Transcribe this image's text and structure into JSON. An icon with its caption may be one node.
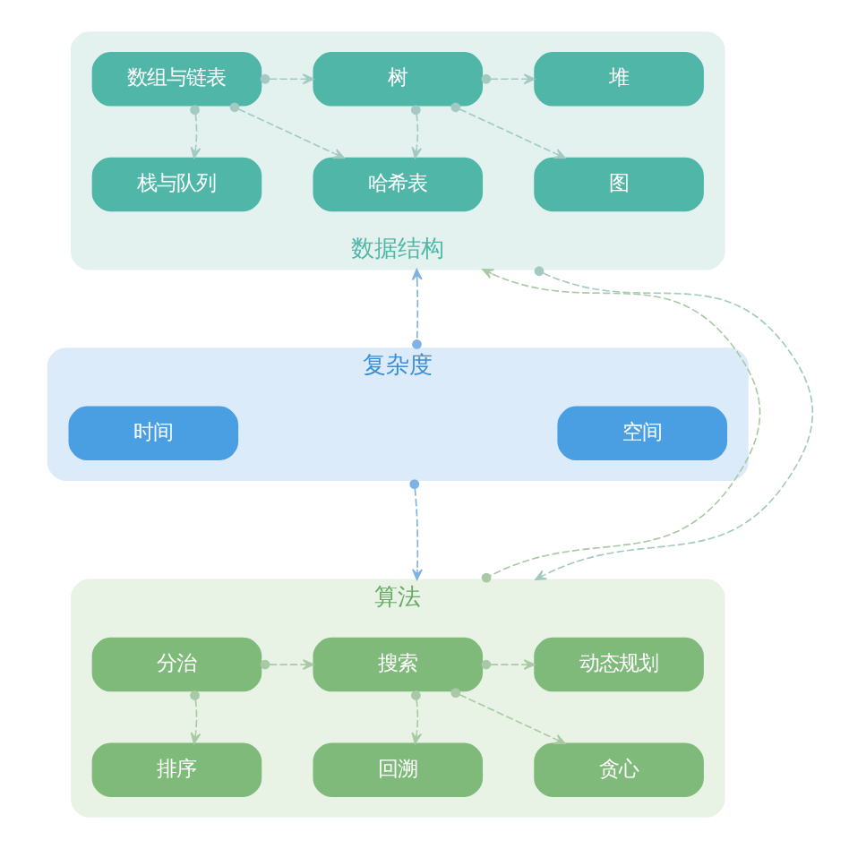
{
  "diagram": {
    "nodes": [
      {
        "text": [
          "数据结构"
        ]
      },
      {
        "text": [
          "数组与链表"
        ],
        "in": 0
      },
      {
        "text": [
          "树"
        ],
        "in": 0
      },
      {
        "text": [
          "堆"
        ],
        "in": 0
      },
      {
        "text": [
          "栈与队列"
        ],
        "in": 0
      },
      {
        "text": [
          "哈希表"
        ],
        "in": 0
      },
      {
        "text": [
          "图"
        ],
        "in": 0
      },
      {
        "text": [
          "复杂度"
        ]
      },
      {
        "text": [
          "时间"
        ],
        "in": 7
      },
      {
        "text": [
          "空间"
        ],
        "in": 7
      },
      {
        "text": [
          "算法"
        ]
      },
      {
        "text": [
          "分治"
        ],
        "in": 10
      },
      {
        "text": [
          "搜索"
        ],
        "in": 10
      },
      {
        "text": [
          "动态规划"
        ],
        "in": 10
      },
      {
        "text": [
          "排序"
        ],
        "in": 10
      },
      {
        "text": [
          "回溯"
        ],
        "in": 10
      },
      {
        "text": [
          "贪心"
        ],
        "in": 10
      }
    ],
    "edges": [
      {
        "from": 1,
        "to": 2,
        "arrow": "to",
        "style": "dashed"
      },
      {
        "from": 2,
        "to": 3,
        "arrow": "to",
        "style": "dashed"
      },
      {
        "from": 1,
        "to": 4,
        "arrow": "to",
        "style": "dashed"
      },
      {
        "from": 1,
        "to": 5,
        "arrow": "to",
        "style": "dashed"
      },
      {
        "from": 2,
        "to": 5,
        "arrow": "to",
        "style": "dashed"
      },
      {
        "from": 2,
        "to": 6,
        "arrow": "to",
        "style": "dashed"
      },
      {
        "from": 10,
        "to": 0,
        "arrow": "to",
        "style": "dashed",
        "color": "#a9c9a4"
      },
      {
        "from": 7,
        "to": 0,
        "arrow": "to",
        "style": "dashed",
        "color": "#7fb3e3"
      },
      {
        "from": 0,
        "to": 10,
        "arrow": "to",
        "style": "dashed"
      },
      {
        "from": 7,
        "to": 10,
        "arrow": "to",
        "style": "dashed",
        "color": "#7fb3e3"
      },
      {
        "from": 11,
        "to": 12,
        "arrow": "to",
        "style": "dashed",
        "color": "#a9c9a4"
      },
      {
        "from": 12,
        "to": 13,
        "arrow": "to",
        "style": "dashed",
        "color": "#a9c9a4"
      },
      {
        "from": 11,
        "to": 14,
        "arrow": "to",
        "style": "dashed",
        "color": "#a9c9a4"
      },
      {
        "from": 12,
        "to": 15,
        "arrow": "to",
        "style": "dashed",
        "color": "#a9c9a4"
      },
      {
        "from": 12,
        "to": 16,
        "arrow": "to",
        "style": "dashed",
        "color": "#a9c9a4"
      }
    ]
  }
}
